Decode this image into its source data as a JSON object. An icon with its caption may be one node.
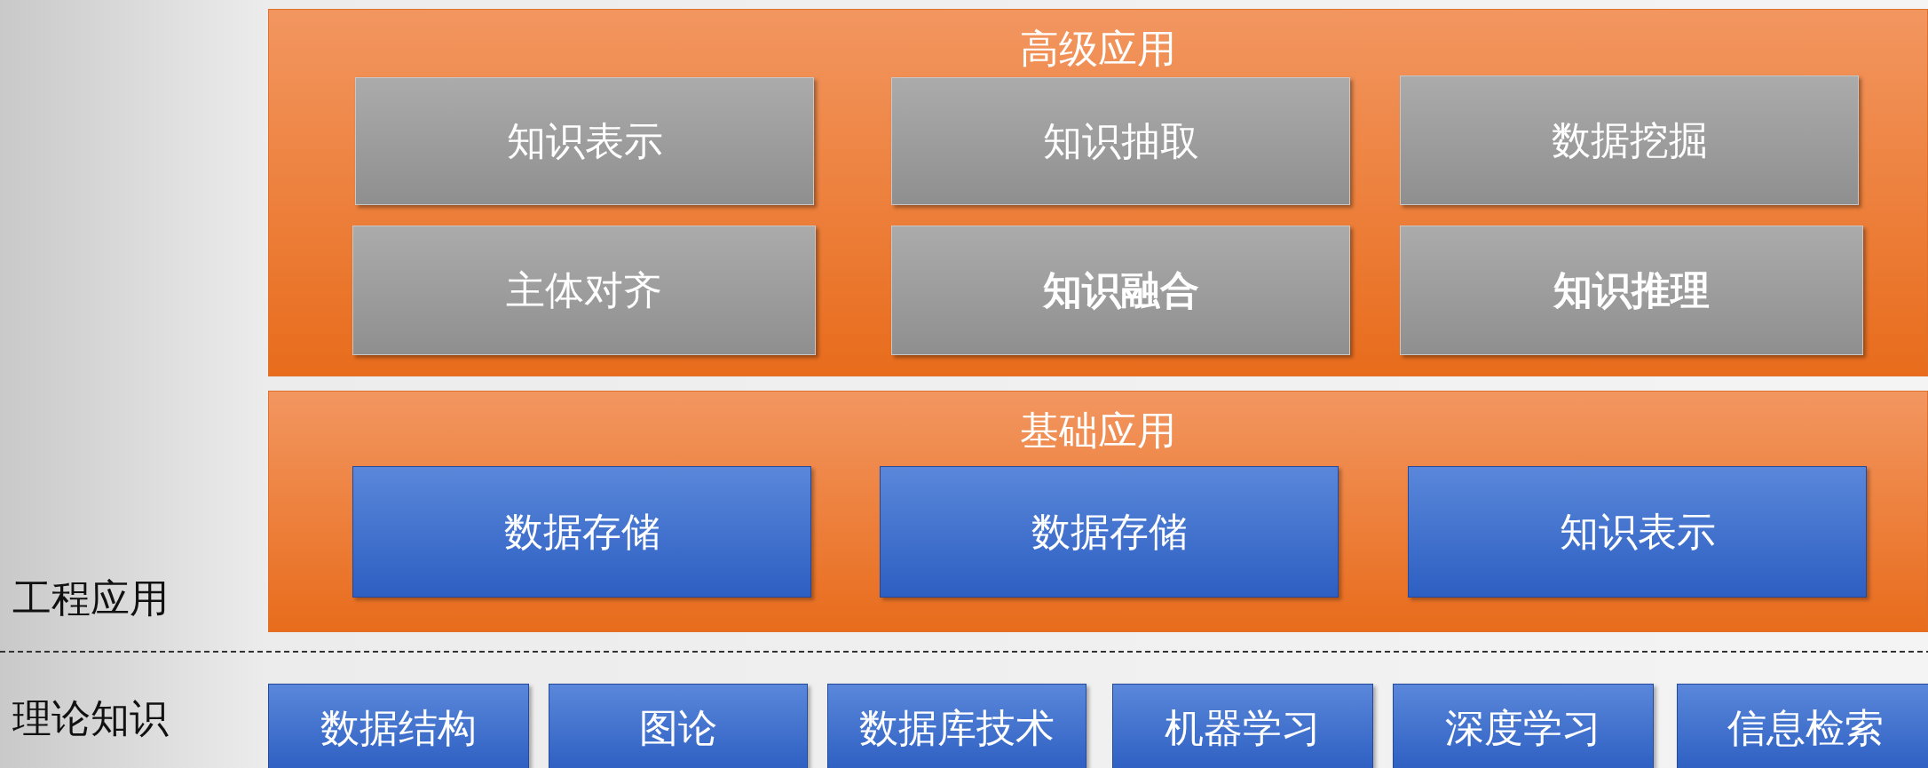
{
  "diagram": {
    "nodes": [
      {
        "text": [
          "高级应用"
        ]
      },
      {
        "text": [
          "知识表示"
        ],
        "in": 0
      },
      {
        "text": [
          "知识抽取"
        ],
        "in": 0
      },
      {
        "text": [
          "数据挖掘"
        ],
        "in": 0
      },
      {
        "text": [
          "主体对齐"
        ],
        "in": 0
      },
      {
        "text": [
          "知识融合"
        ],
        "in": 0
      },
      {
        "text": [
          "知识推理"
        ],
        "in": 0
      },
      {
        "text": [
          "基础应用"
        ]
      },
      {
        "text": [
          "数据存储"
        ],
        "in": 7
      },
      {
        "text": [
          "数据存储"
        ],
        "in": 7
      },
      {
        "text": [
          "知识表示"
        ],
        "in": 7
      },
      {
        "text": [
          "数据结构"
        ]
      },
      {
        "text": [
          "图论"
        ]
      },
      {
        "text": [
          "数据库技术"
        ]
      },
      {
        "text": [
          "机器学习"
        ]
      },
      {
        "text": [
          "深度学习"
        ]
      },
      {
        "text": [
          "信息检索"
        ]
      }
    ],
    "edges": [],
    "labels": [
      "工程应用",
      "理论知识"
    ]
  }
}
